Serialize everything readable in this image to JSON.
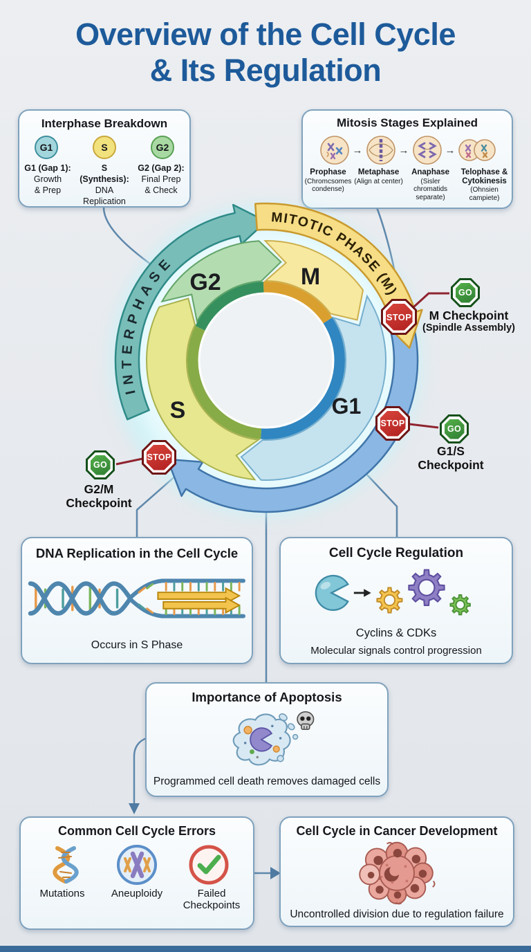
{
  "title": {
    "line1": "Overview of the Cell Cycle",
    "line2": "& Its Regulation"
  },
  "icons": {
    "stage_arrow": "→"
  },
  "interphase_card": {
    "title": "Interphase Breakdown",
    "phases": [
      {
        "badge": "G1",
        "heading": "G1 (Gap 1):",
        "l1": "Growth",
        "l2": "& Prep"
      },
      {
        "badge": "S",
        "heading": "S (Synthesis):",
        "l1": "DNA",
        "l2": "Replication"
      },
      {
        "badge": "G2",
        "heading": "G2 (Gap 2):",
        "l1": "Final Prep",
        "l2": "& Check"
      }
    ]
  },
  "mitosis_card": {
    "title": "Mitosis Stages Explained",
    "stages": [
      {
        "name": "Prophase",
        "caption": "(Chromcsomes condense)"
      },
      {
        "name": "Metaphase",
        "caption": "(Align at center)"
      },
      {
        "name": "Anaphase",
        "caption": "(Sisler chromatids separate)"
      },
      {
        "name": "Telophase & Cytokinesis",
        "caption": "(Ohnsien campiete)"
      }
    ]
  },
  "cycle": {
    "interphase_label": "INTERPHASE",
    "mitotic_label": "MITOTIC PHASE (M)",
    "segments": [
      {
        "label": "G2"
      },
      {
        "label": "M"
      },
      {
        "label": "G1"
      },
      {
        "label": "S"
      }
    ],
    "checkpoints": {
      "m": {
        "stop": "STOP",
        "go": "GO",
        "line1": "M Checkpoint",
        "line2": "(Spindle Assembly)"
      },
      "g1s": {
        "stop": "STOP",
        "go": "GO",
        "line1": "G1/S",
        "line2": "Checkpoint"
      },
      "g2m": {
        "stop": "STOP",
        "go": "GO",
        "line1": "G2/M",
        "line2": "Checkpoint"
      }
    }
  },
  "dna_card": {
    "title": "DNA Replication in the Cell Cycle",
    "caption": "Occurs in S Phase"
  },
  "regulation_card": {
    "title": "Cell Cycle Regulation",
    "subtitle": "Cyclins & CDKs",
    "caption": "Molecular signals control progression"
  },
  "apoptosis_card": {
    "title": "Importance of Apoptosis",
    "caption": "Programmed cell death removes damaged cells"
  },
  "errors_card": {
    "title": "Common Cell Cycle Errors",
    "items": [
      {
        "label": "Mutations"
      },
      {
        "label": "Aneuploidy"
      },
      {
        "label": "Failed Checkpoints"
      }
    ]
  },
  "cancer_card": {
    "title": "Cell Cycle in Cancer Development",
    "caption": "Uncontrolled division due to regulation failure"
  },
  "colors": {
    "title_blue": "#1d5a9a",
    "stop_red": "#c5252c",
    "go_green": "#3f9d3a",
    "interphase_teal": "#79bdb8",
    "mitotic_yellow": "#f6dd86",
    "cycle_arrow_blue": "#8ab7e3",
    "g2_segment": "#b4dcb1",
    "m_segment": "#f8e9a1",
    "g1_segment": "#c5e2ef",
    "s_segment": "#e7e78f"
  }
}
